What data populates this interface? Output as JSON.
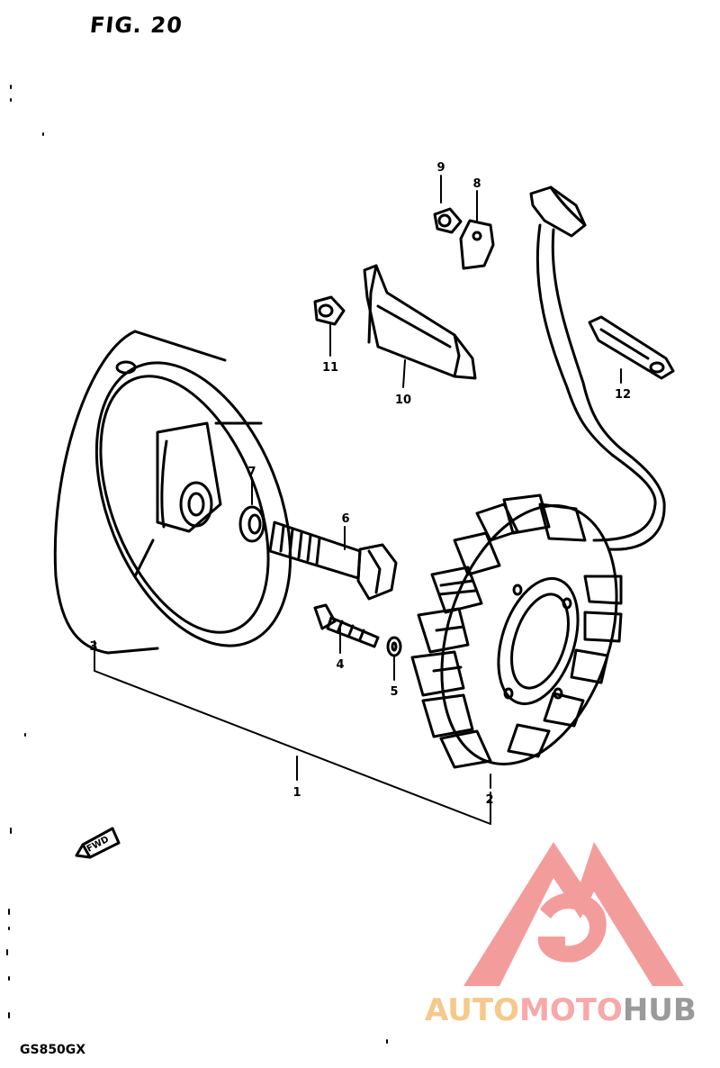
{
  "figure": {
    "title": "FIG. 20",
    "model": "GS850GX",
    "fwd_label": "FWD"
  },
  "callouts": {
    "part1": "1",
    "part2": "2",
    "part3": "3",
    "part4": "4",
    "part5": "5",
    "part6": "6",
    "part7": "7",
    "part8": "8",
    "part9": "9",
    "part10": "10",
    "part11": "11",
    "part12": "12"
  },
  "watermark": {
    "part_a": "AUTO",
    "part_b": "MOTO",
    "part_c": "HUB",
    "colors": {
      "auto": "#f5c98a",
      "moto": "#f7a8a8",
      "hub": "#9a9a9a",
      "logo": "#f28b8b"
    }
  }
}
